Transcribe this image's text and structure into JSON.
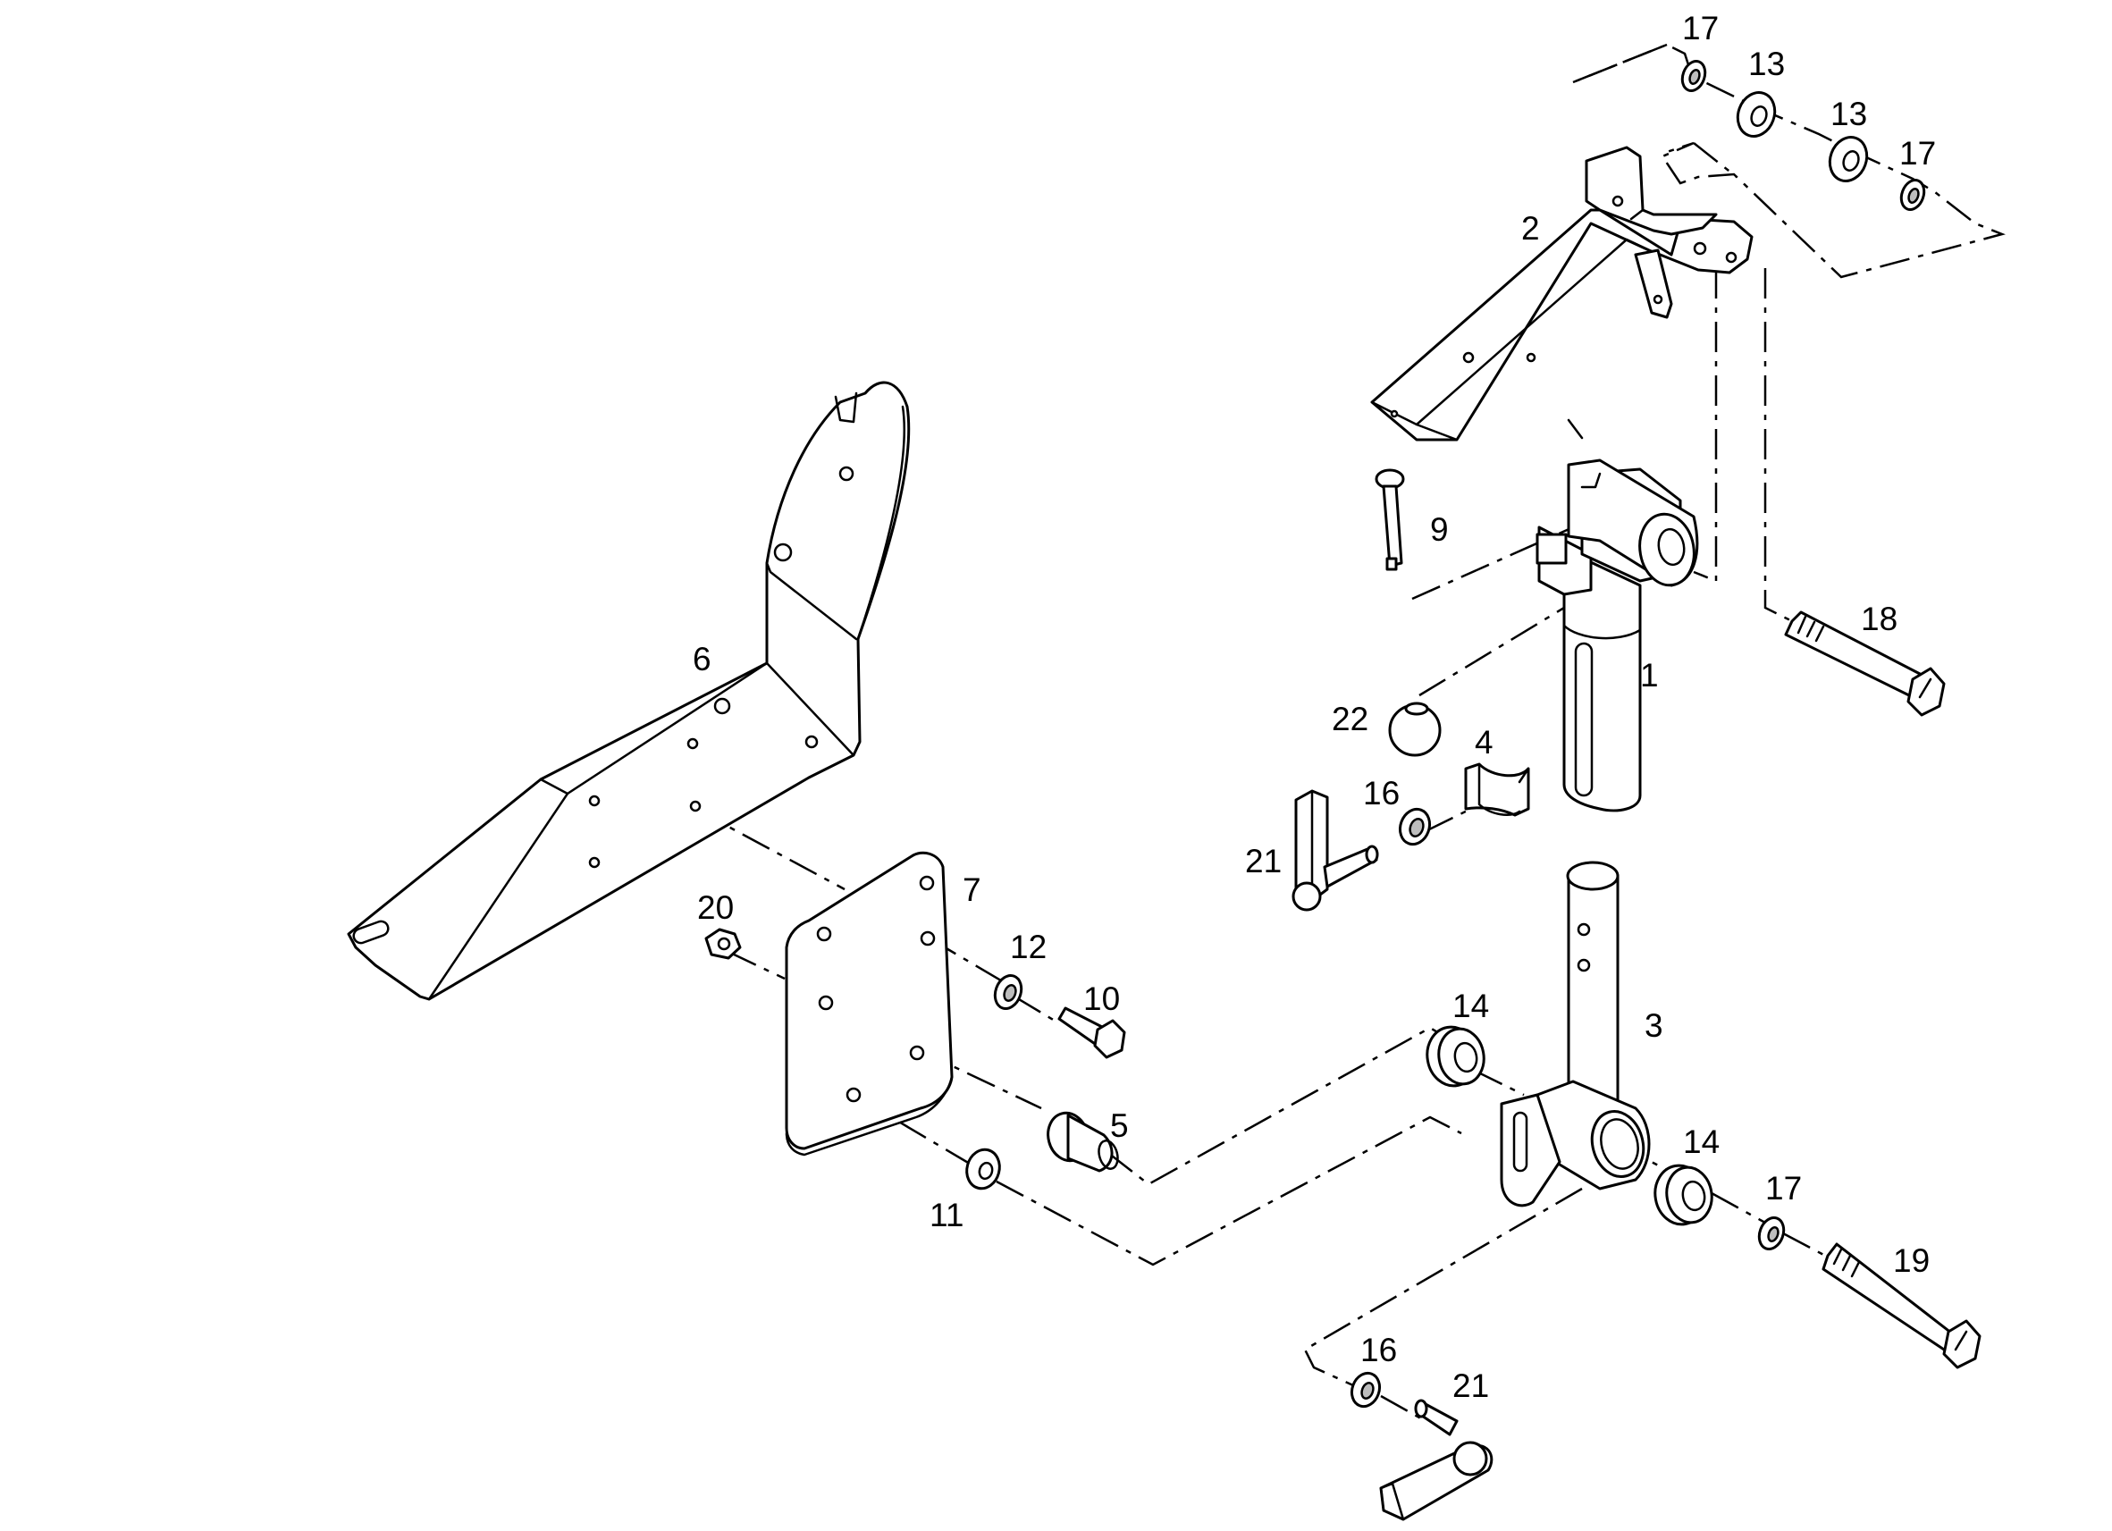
{
  "diagram": {
    "callouts": [
      "17",
      "13",
      "13",
      "17",
      "2",
      "9",
      "18",
      "1",
      "22",
      "4",
      "16",
      "21",
      "6",
      "7",
      "20",
      "12",
      "10",
      "3",
      "14",
      "5",
      "14",
      "17",
      "11",
      "19",
      "16",
      "21"
    ]
  }
}
